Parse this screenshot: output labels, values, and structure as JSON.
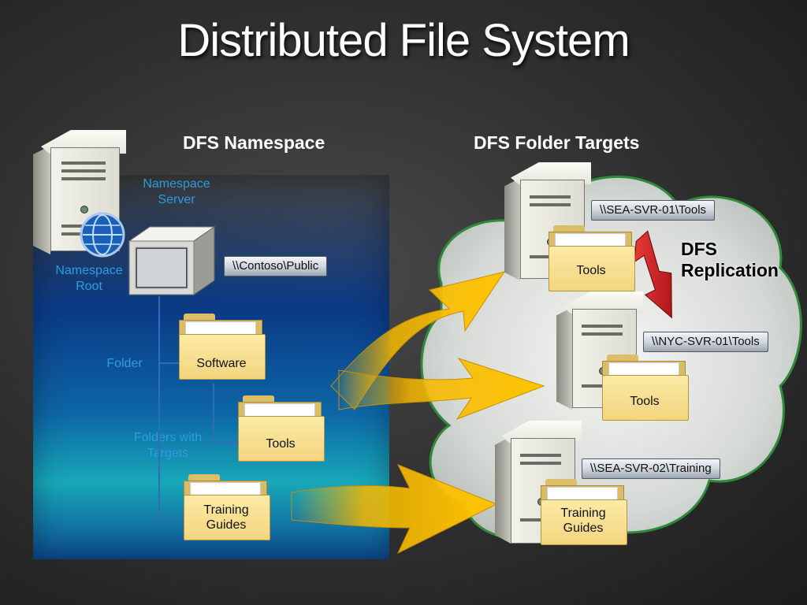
{
  "title": "Distributed File System",
  "namespace": {
    "heading": "DFS Namespace",
    "labels": {
      "namespace_server": "Namespace\nServer",
      "namespace_root": "Namespace\nRoot",
      "folder": "Folder",
      "folders_with_targets": "Folders with\nTargets"
    },
    "root_path": "\\\\Contoso\\Public",
    "folders": [
      "Software",
      "Tools",
      "Training\nGuides"
    ]
  },
  "targets": {
    "heading": "DFS Folder Targets",
    "servers": [
      {
        "path": "\\\\SEA-SVR-01\\Tools",
        "folder": "Tools"
      },
      {
        "path": "\\\\NYC-SVR-01\\Tools",
        "folder": "Tools"
      },
      {
        "path": "\\\\SEA-SVR-02\\Training",
        "folder": "Training\nGuides"
      }
    ],
    "replication_label": "DFS\nReplication"
  },
  "colors": {
    "arrow": "#f5b800",
    "replication_arrow": "#d4141a",
    "label_blue": "#2f9be0",
    "cloud": "#d8dcd8"
  }
}
